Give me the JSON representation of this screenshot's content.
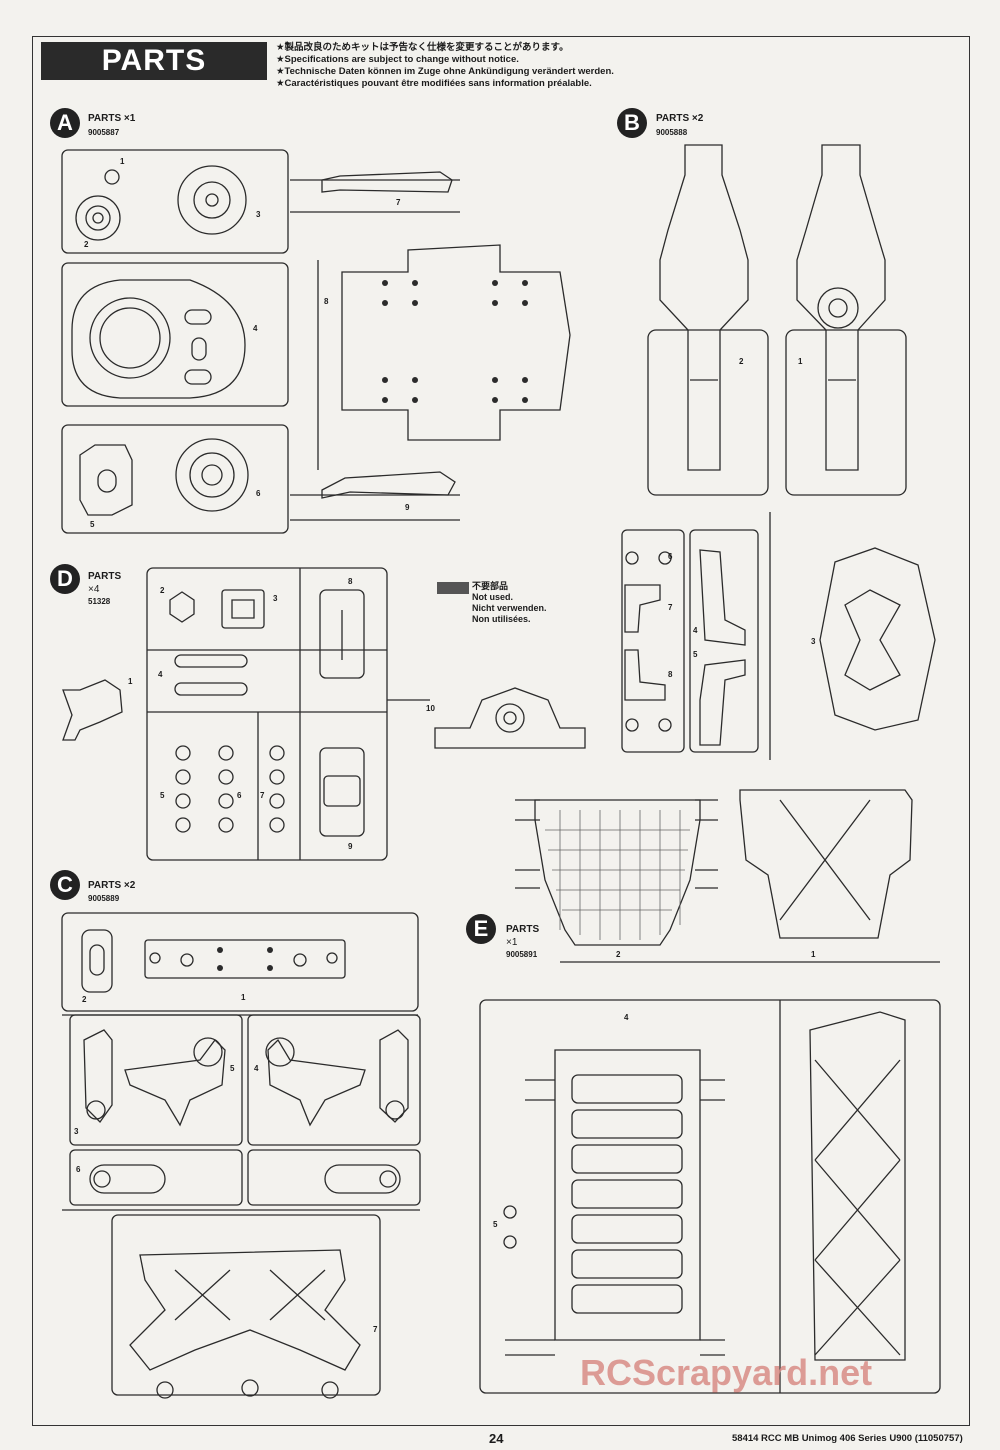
{
  "header": {
    "title": "PARTS",
    "notices": [
      "★製品改良のためキットは予告なく仕様を変更することがあります。",
      "★Specifications are subject to change without notice.",
      "★Technische Daten können im Zuge ohne Ankündigung verändert werden.",
      "★Caractéristiques pouvant être modifiées sans information préalable."
    ]
  },
  "trees": {
    "A": {
      "letter": "A",
      "label": "PARTS ×1",
      "code": "9005887",
      "numbers": [
        "1",
        "2",
        "3",
        "4",
        "5",
        "6",
        "7",
        "8",
        "9"
      ]
    },
    "B": {
      "letter": "B",
      "label": "PARTS ×2",
      "code": "9005888",
      "numbers": [
        "1",
        "2",
        "3",
        "4",
        "5",
        "6",
        "7",
        "8"
      ]
    },
    "D": {
      "letter": "D",
      "label": "PARTS",
      "qty": "×4",
      "code": "51328",
      "numbers": [
        "1",
        "2",
        "3",
        "4",
        "5",
        "6",
        "7",
        "8",
        "9",
        "10"
      ]
    },
    "C": {
      "letter": "C",
      "label": "PARTS ×2",
      "code": "9005889",
      "numbers": [
        "1",
        "2",
        "3",
        "4",
        "5",
        "6",
        "7"
      ]
    },
    "E": {
      "letter": "E",
      "label": "PARTS",
      "qty": "×1",
      "code": "9005891",
      "numbers": [
        "1",
        "2",
        "4",
        "5"
      ]
    }
  },
  "legend": {
    "lines": [
      "不要部品",
      "Not used.",
      "Nicht verwenden.",
      "Non utilisées."
    ]
  },
  "watermark": "RCScrapyard.net",
  "footer": {
    "page": "24",
    "model": "58414 RCC MB Unimog 406 Series U900 (11050757)"
  },
  "colors": {
    "accent": "#2a2a2a",
    "not_used": "#555555",
    "watermark": "#d98c86"
  }
}
